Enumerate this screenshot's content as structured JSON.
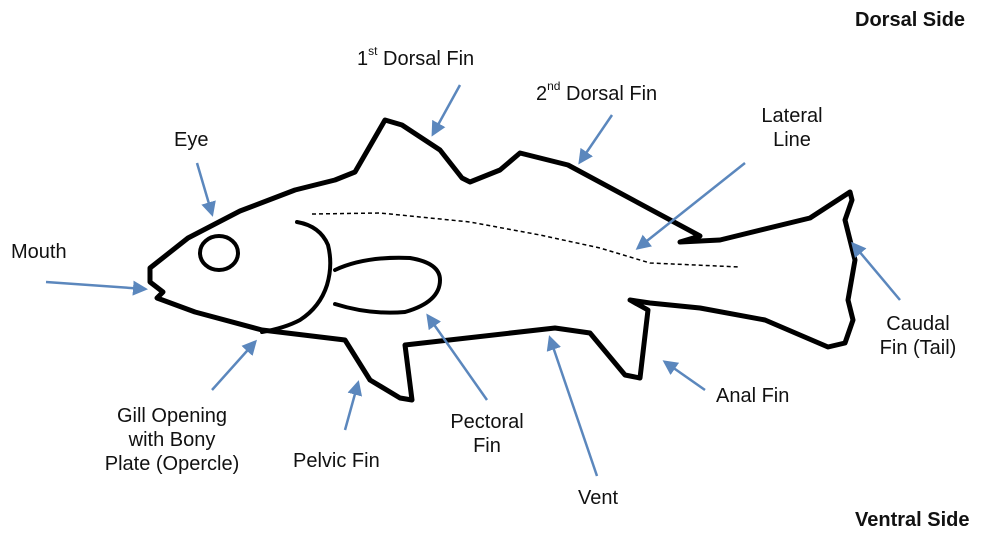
{
  "orientation": {
    "top": "Dorsal Side",
    "bottom": "Ventral Side"
  },
  "labels": {
    "first_dorsal": {
      "sup": "st",
      "prefix": "1",
      "suffix": " Dorsal Fin"
    },
    "second_dorsal": {
      "sup": "nd",
      "prefix": "2",
      "suffix": " Dorsal Fin"
    },
    "lateral_line": {
      "line1": "Lateral",
      "line2": "Line"
    },
    "eye": "Eye",
    "mouth": "Mouth",
    "caudal_fin": {
      "line1": "Caudal",
      "line2": "Fin (Tail)"
    },
    "anal_fin": "Anal Fin",
    "vent": "Vent",
    "pectoral_fin": {
      "line1": "Pectoral",
      "line2": "Fin"
    },
    "pelvic_fin": "Pelvic Fin",
    "gill_opening": {
      "line1": "Gill Opening",
      "line2": "with Bony",
      "line3": "Plate (Opercle)"
    }
  },
  "colors": {
    "outline": "#000000",
    "arrow": "#5b87bd",
    "text": "#111111"
  }
}
